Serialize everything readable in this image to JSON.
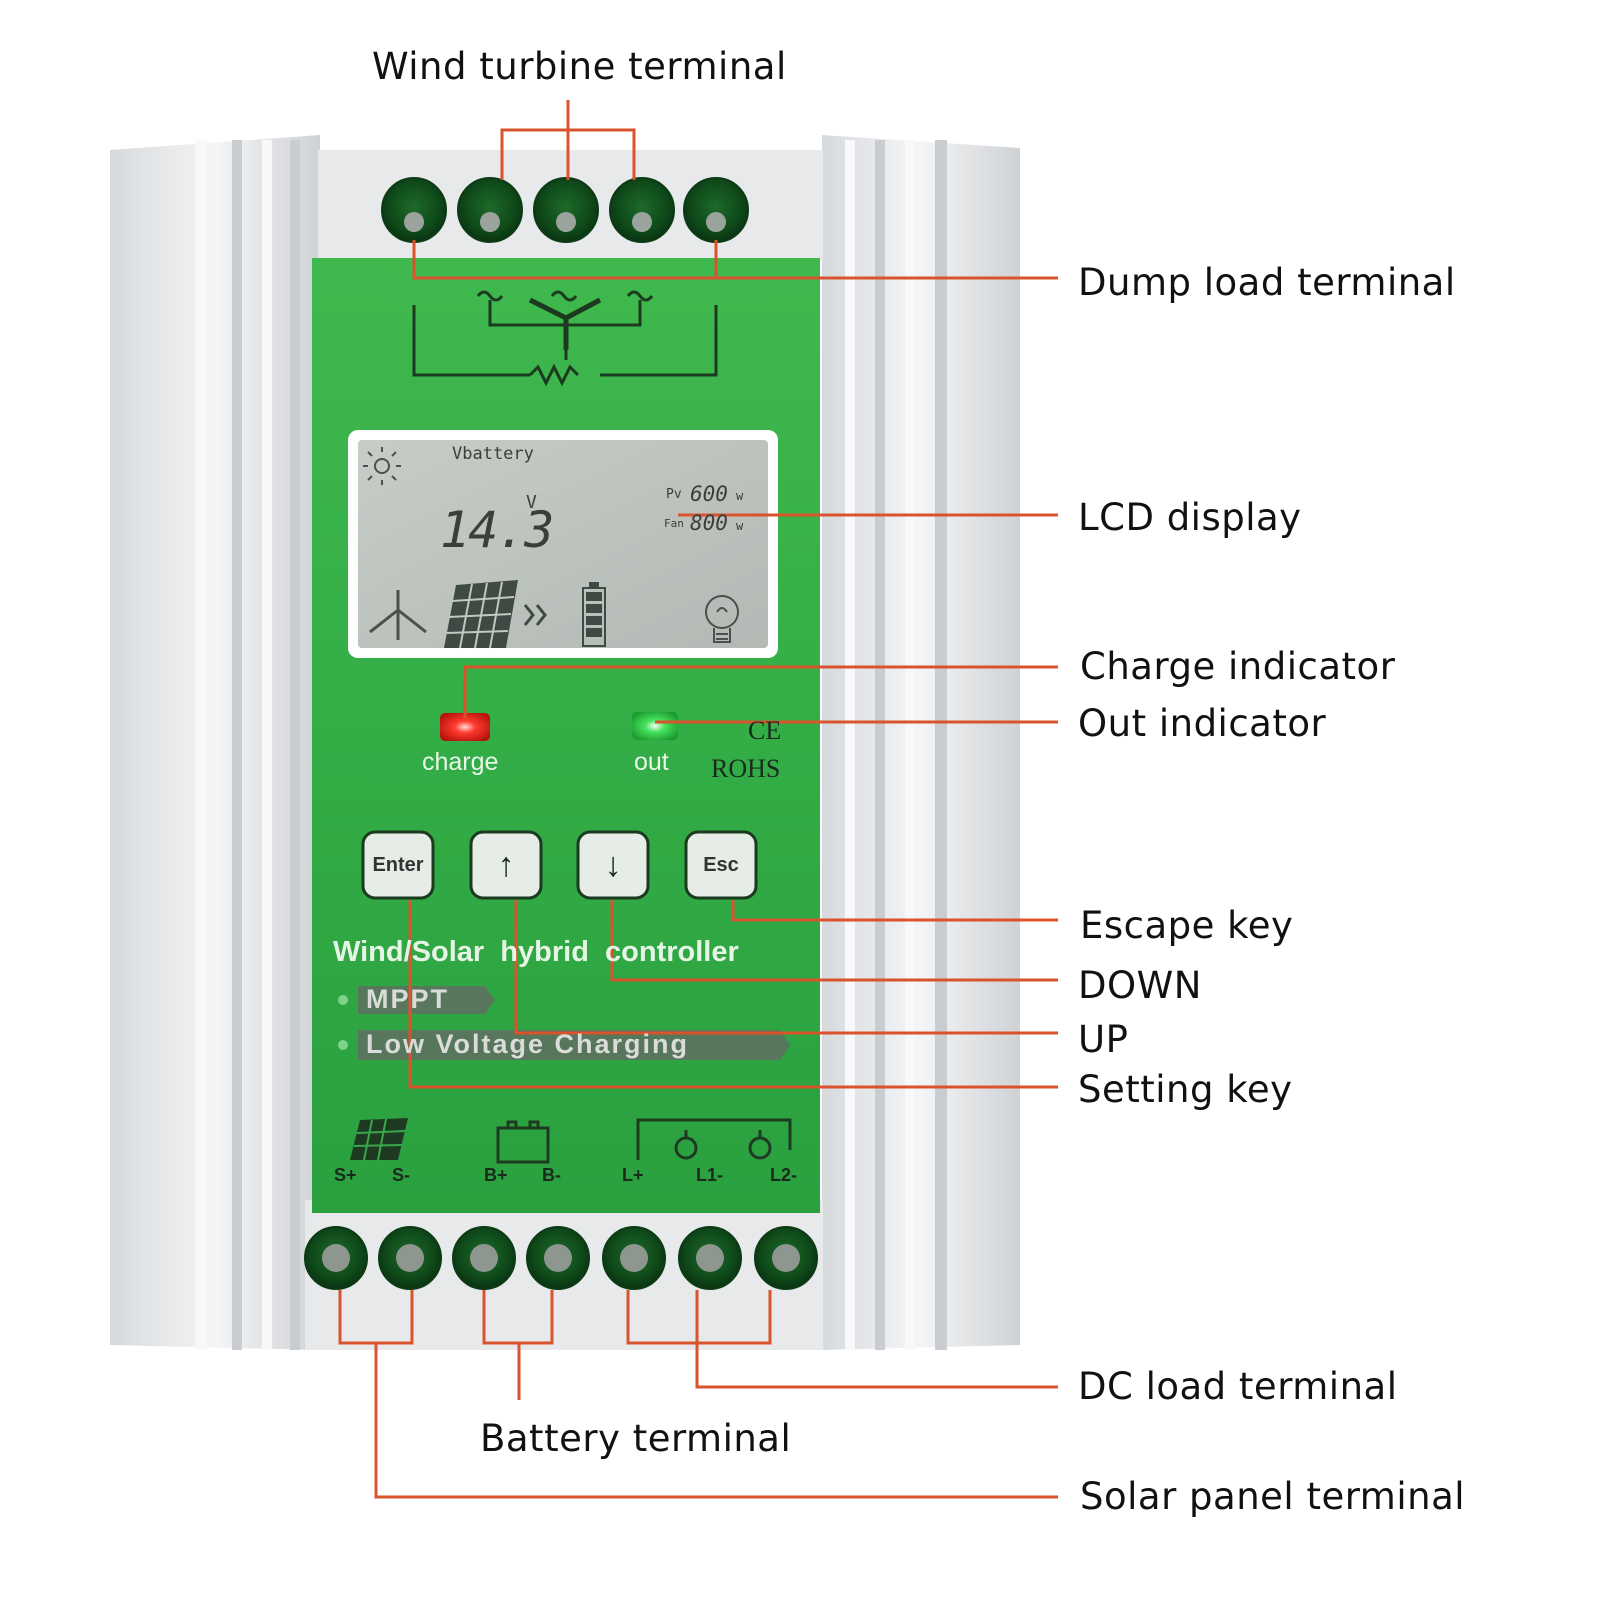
{
  "callouts": {
    "wind_turbine_terminal": "Wind turbine terminal",
    "dump_load_terminal": "Dump load terminal",
    "lcd_display": "LCD display",
    "charge_indicator": "Charge indicator",
    "out_indicator": "Out indicator",
    "escape_key": "Escape key",
    "down": "DOWN",
    "up": "UP",
    "setting_key": "Setting key",
    "dc_load_terminal": "DC load terminal",
    "battery_terminal": "Battery terminal",
    "solar_panel_terminal": "Solar panel terminal"
  },
  "lcd": {
    "vbattery_label": "Vbattery",
    "voltage_value": "14.3",
    "voltage_unit": "V",
    "pv_label": "Pv",
    "pv_value": "600",
    "pv_unit": "w",
    "fan_label": "Fan",
    "fan_value": "800",
    "fan_unit": "w"
  },
  "indicators": {
    "charge_label": "charge",
    "out_label": "out",
    "charge_color": "#e8221c",
    "out_color": "#2fd44a"
  },
  "marks": {
    "ce": "CE",
    "rohs": "ROHS"
  },
  "keys": {
    "enter": "Enter",
    "up": "↑",
    "down": "↓",
    "esc": "Esc"
  },
  "branding": {
    "title": "Wind/Solar  hybrid  controller",
    "feature_1": "MPPT",
    "feature_2": "Low Voltage Charging"
  },
  "terminals": {
    "s_plus": "S+",
    "s_minus": "S-",
    "b_plus": "B+",
    "b_minus": "B-",
    "l_plus": "L+",
    "l1_minus": "L1-",
    "l2_minus": "L2-"
  },
  "colors": {
    "panel_green": "#36b04a",
    "leader_line": "#d9532c",
    "housing_silver": "#e4e6e8"
  }
}
